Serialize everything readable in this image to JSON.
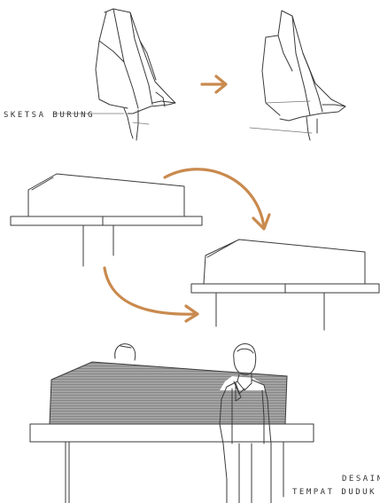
{
  "labels": {
    "sketch_label": "SKETSA BURUNG",
    "design_label_line1": "DESAIN",
    "design_label_line2": "TEMPAT DUDUK"
  },
  "colors": {
    "ink": "#3a3a3a",
    "arrow": "#c98a4e",
    "background": "#ffffff",
    "shading": "#9a9a9a"
  }
}
